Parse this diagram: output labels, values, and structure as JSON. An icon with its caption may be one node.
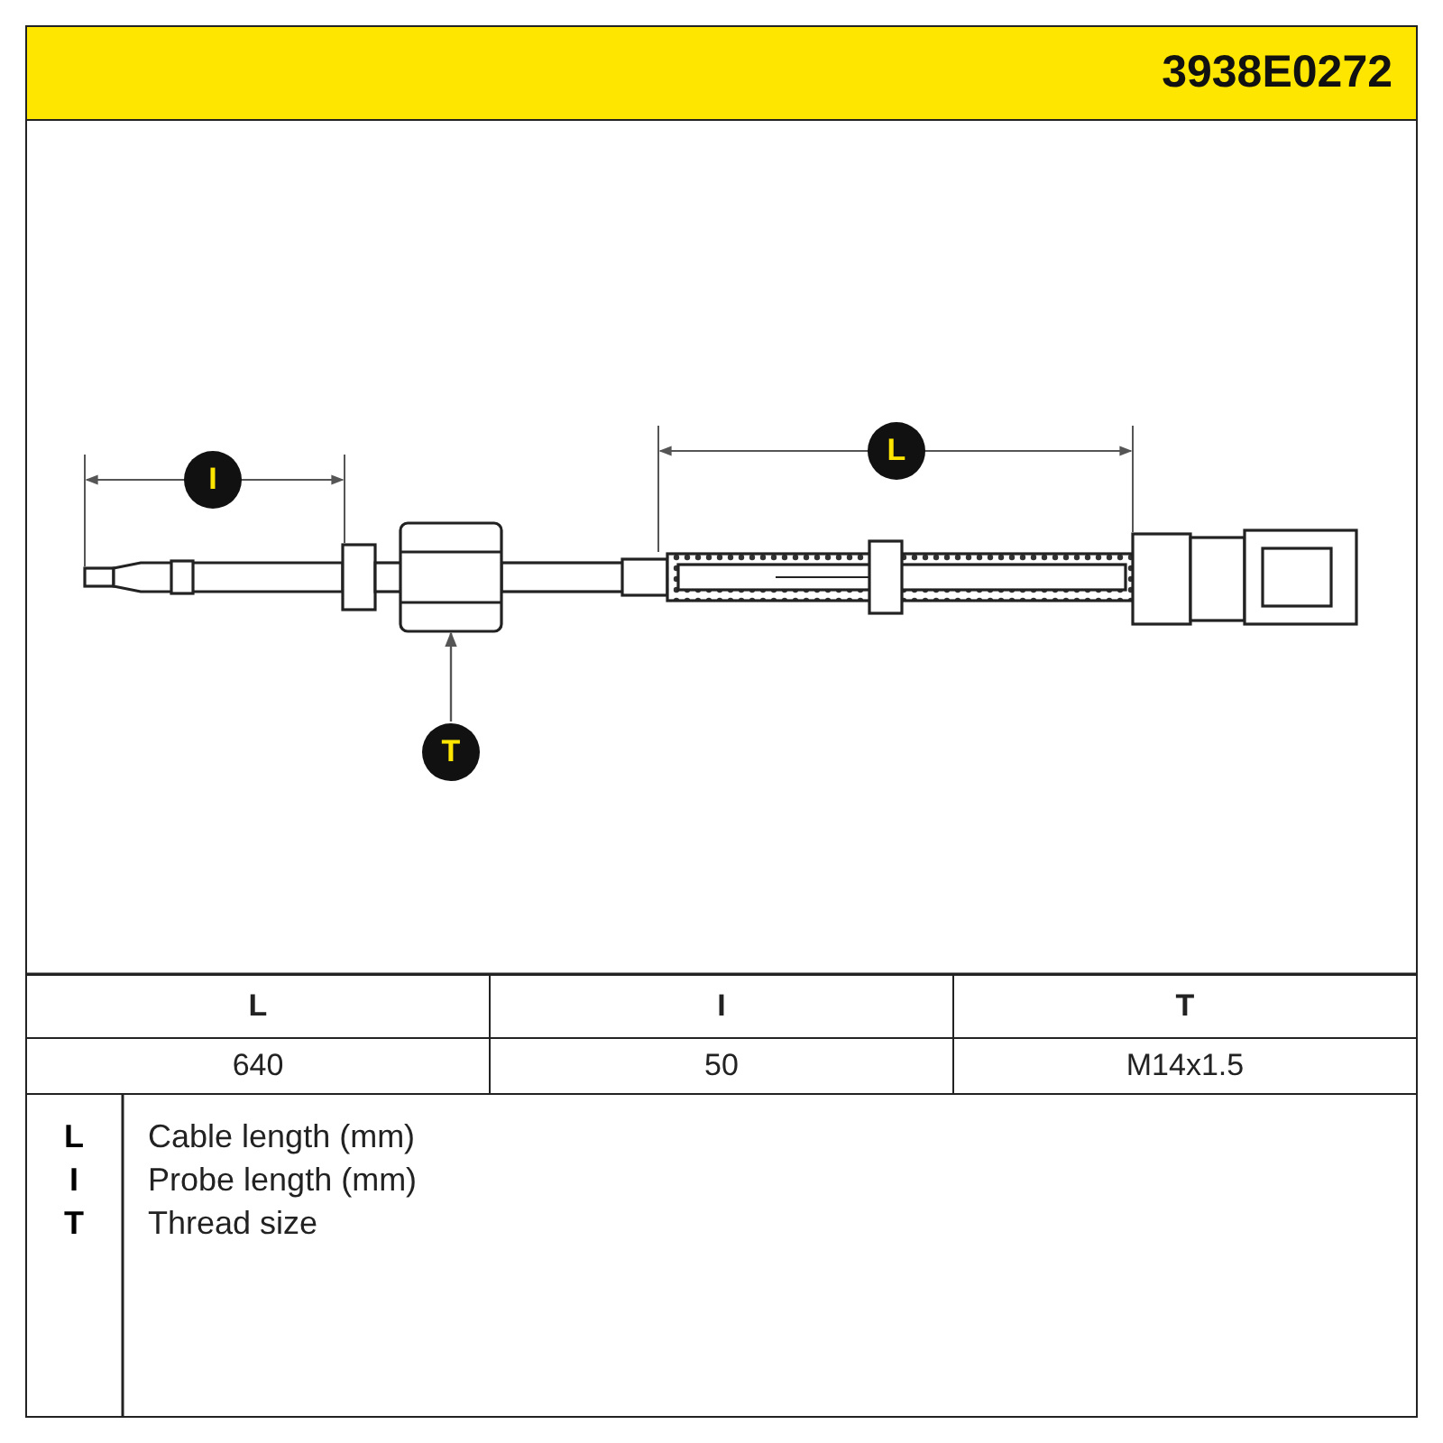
{
  "diagram": {
    "title": "3938E0272",
    "nodes": [
      {
        "text": [
          "L"
        ]
      },
      {
        "text": [
          "I"
        ]
      },
      {
        "text": [],
        "shape": "picture"
      },
      {
        "text": [
          "T"
        ]
      }
    ],
    "edges": [
      {
        "from": 3,
        "to": 2,
        "arrow": "to"
      }
    ],
    "labels": [
      "L",
      "I",
      "T",
      "640",
      "50",
      "M14x1.5",
      "L",
      "Cable length (mm)",
      "I",
      "Probe length (mm)",
      "T",
      "Thread size"
    ]
  }
}
